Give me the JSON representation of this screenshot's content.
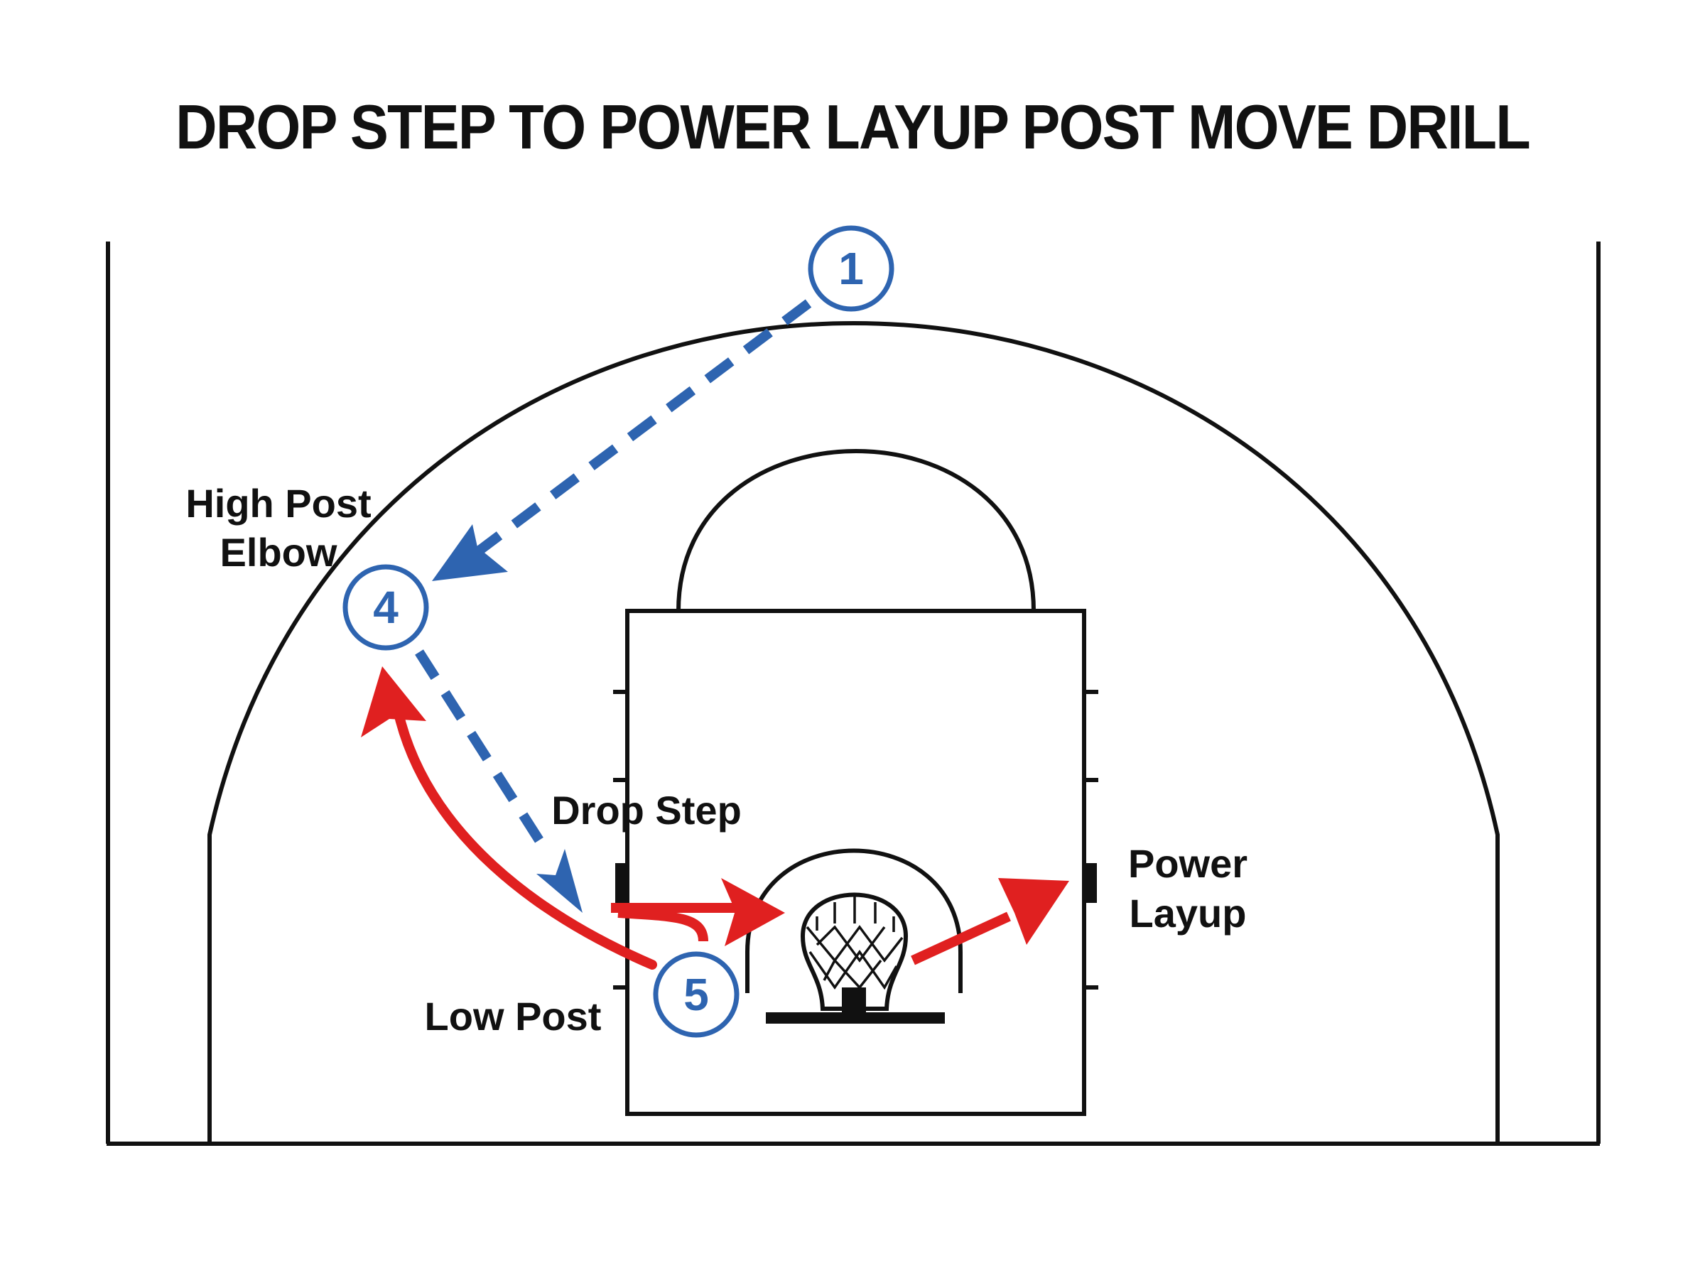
{
  "title": "DROP STEP TO POWER LAYUP POST MOVE DRILL",
  "players": {
    "p1": "1",
    "p4": "4",
    "p5": "5"
  },
  "labels": {
    "high_post_line1": "High Post",
    "high_post_line2": "Elbow",
    "drop_step": "Drop Step",
    "power_line1": "Power",
    "power_line2": "Layup",
    "low_post": "Low Post"
  },
  "colors": {
    "pass": "#2e64b0",
    "move": "#e02020",
    "lines": "#111111"
  }
}
